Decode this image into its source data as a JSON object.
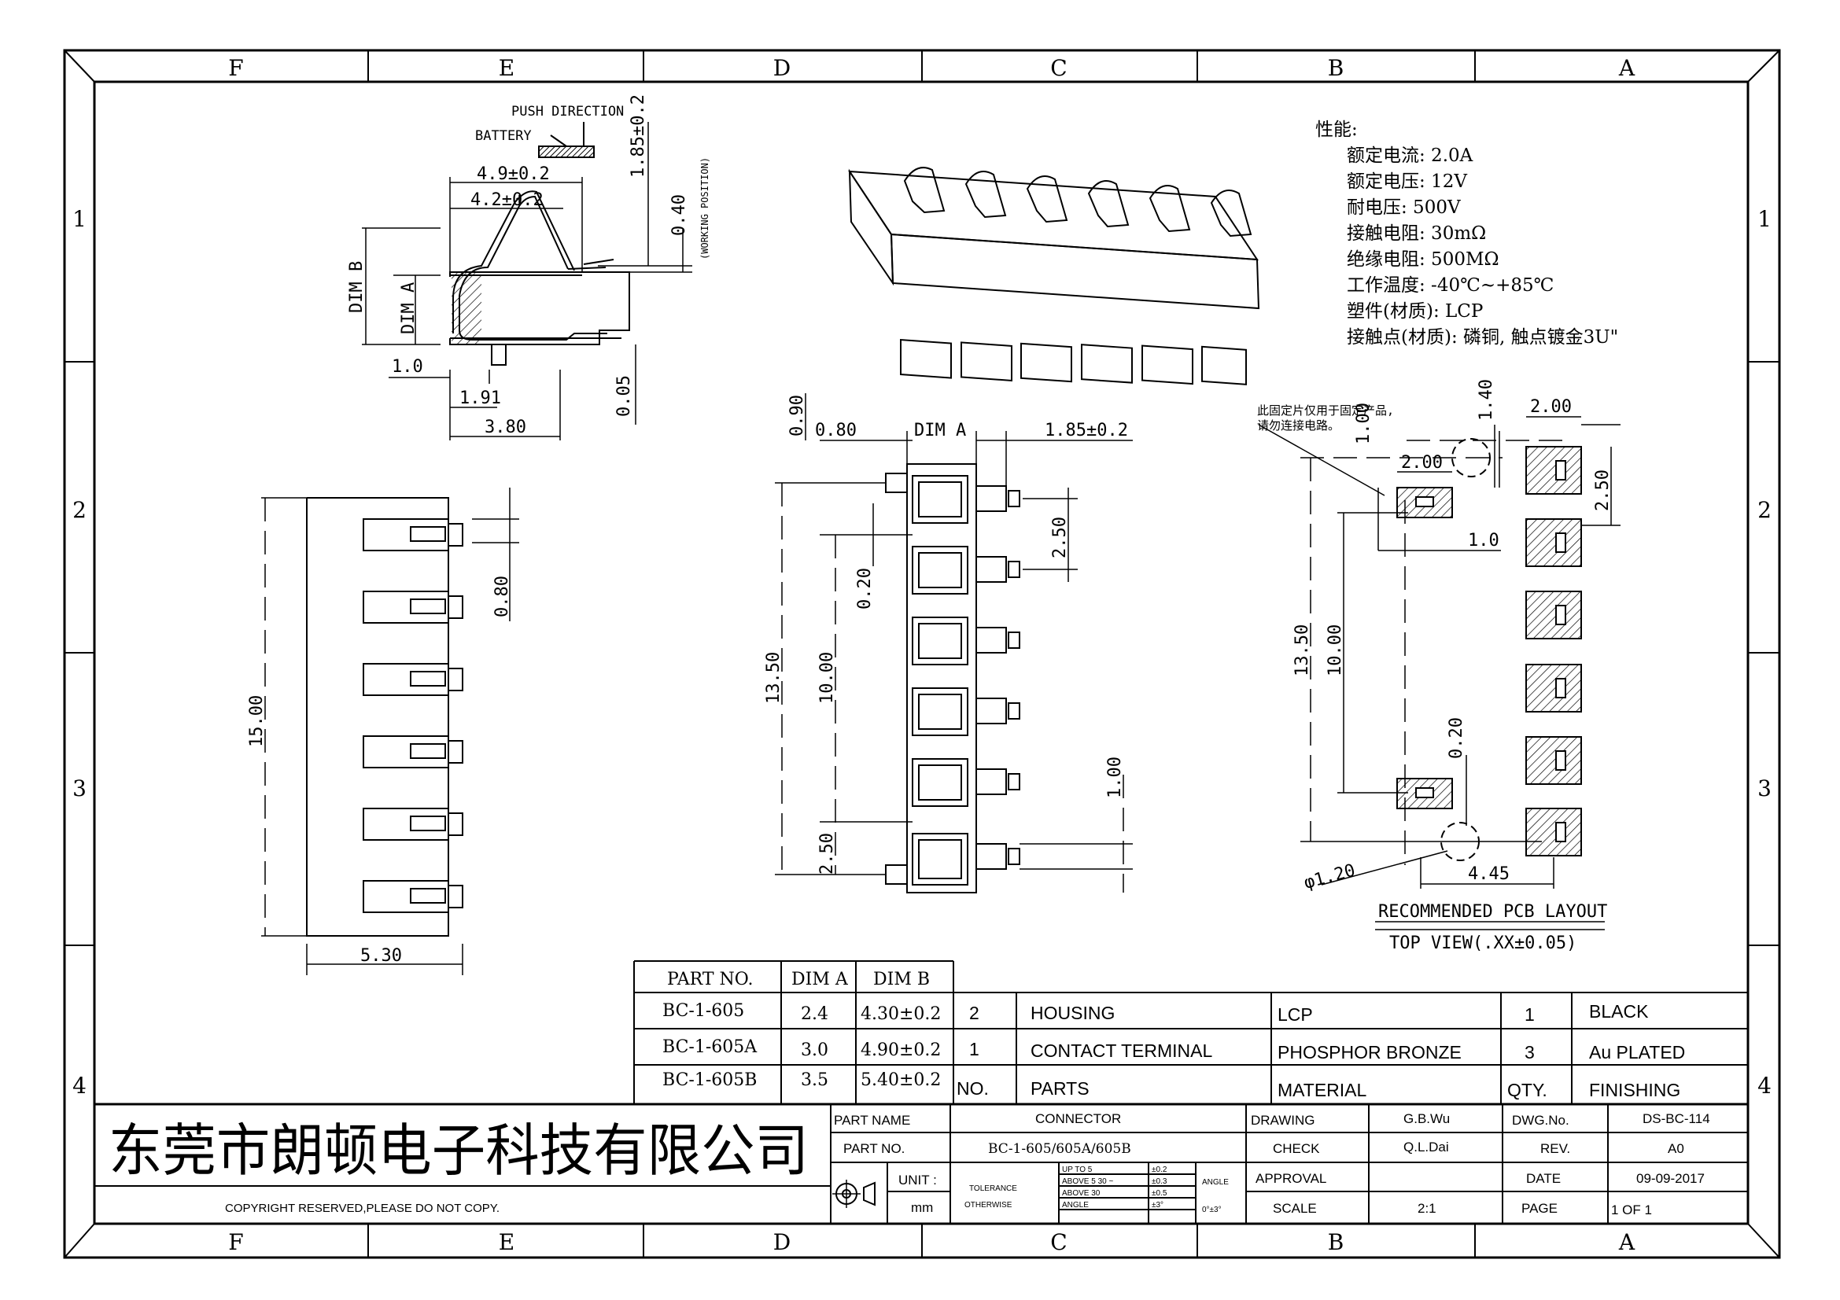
{
  "border": {
    "columns": [
      "F",
      "E",
      "D",
      "C",
      "B",
      "A"
    ],
    "rows": [
      "1",
      "2",
      "3",
      "4"
    ]
  },
  "side_view": {
    "push_direction": "PUSH DIRECTION",
    "battery": "BATTERY",
    "working_position": "(WORKING POSITION)",
    "dims": {
      "d1": "4.9±0.2",
      "d2": "4.2±0.2",
      "d3": "1.85±0.2",
      "d4": "0.40",
      "dim_b": "DIM B",
      "dim_a": "DIM A",
      "d5": "1.0",
      "d6": "1.91",
      "d7": "3.80",
      "d8": "0.05"
    }
  },
  "specs": {
    "title": "性能:",
    "lines": [
      "额定电流: 2.0A",
      "额定电压: 12V",
      "耐电压: 500V",
      "接触电阻: 30mΩ",
      "绝缘电阻: 500MΩ",
      "工作温度: -40℃~+85℃",
      "塑件(材质): LCP",
      "接触点(材质): 磷铜, 触点镀金3U\""
    ]
  },
  "front_view": {
    "d1": "15.00",
    "d2": "0.80",
    "d3": "5.30"
  },
  "top_view": {
    "d1": "0.90",
    "d2": "0.80",
    "d3": "DIM A",
    "d4": "1.85±0.2",
    "d5": "2.50",
    "d6": "0.20",
    "d7": "13.50",
    "d8": "10.00",
    "d9": "1.00",
    "d10": "2.50"
  },
  "pcb_layout": {
    "note_line1": "此固定片仅用于固定产品,",
    "note_line2": "请勿连接电路。",
    "d1": "1.00",
    "d2": "1.40",
    "d3": "2.00",
    "d4": "2.00",
    "d5": "2.50",
    "d6": "1.0",
    "d7": "13.50",
    "d8": "10.00",
    "d9": "0.20",
    "d10": "φ1.20",
    "d11": "4.45",
    "title": "RECOMMENDED PCB LAYOUT",
    "subtitle": "TOP VIEW(.XX±0.05)"
  },
  "part_table": {
    "headers": [
      "PART NO.",
      "DIM A",
      "DIM B"
    ],
    "rows": [
      [
        "BC-1-605",
        "2.4",
        "4.30±0.2"
      ],
      [
        "BC-1-605A",
        "3.0",
        "4.90±0.2"
      ],
      [
        "BC-1-605B",
        "3.5",
        "5.40±0.2"
      ]
    ]
  },
  "bom": {
    "rows": [
      [
        "2",
        "HOUSING",
        "LCP",
        "1",
        "BLACK"
      ],
      [
        "1",
        "CONTACT TERMINAL",
        "PHOSPHOR BRONZE",
        "3",
        "Au PLATED"
      ]
    ],
    "header": [
      "NO.",
      "PARTS",
      "MATERIAL",
      "QTY.",
      "FINISHING"
    ]
  },
  "title_block": {
    "company": "东莞市朗顿电子科技有限公司",
    "copyright": "COPYRIGHT RESERVED,PLEASE DO NOT COPY.",
    "part_name_label": "PART NAME",
    "part_name": "CONNECTOR",
    "part_no_label": "PART NO.",
    "part_no": "BC-1-605/605A/605B",
    "unit_label": "UNIT  :",
    "unit": "mm",
    "tolerance_label": "TOLERANCE",
    "otherwise_label": "OTHERWISE",
    "tol_rows": [
      [
        "UP TO 5",
        "±0.2"
      ],
      [
        "ABOVE 5  30 ~",
        "±0.3"
      ],
      [
        "ABOVE 30",
        "±0.5"
      ],
      [
        "ANGLE",
        "±3°"
      ]
    ],
    "angle_label": "ANGLE",
    "angle_value": "0°±3°",
    "drawing_label": "DRAWING",
    "drawing": "G.B.Wu",
    "check_label": "CHECK",
    "check": "Q.L.Dai",
    "approval_label": "APPROVAL",
    "scale_label": "SCALE",
    "scale": "2:1",
    "dwg_label": "DWG.No.",
    "dwg": "DS-BC-114",
    "rev_label": "REV.",
    "rev": "A0",
    "date_label": "DATE",
    "date": "09-09-2017",
    "page_label": "PAGE",
    "page": "1 OF 1"
  }
}
